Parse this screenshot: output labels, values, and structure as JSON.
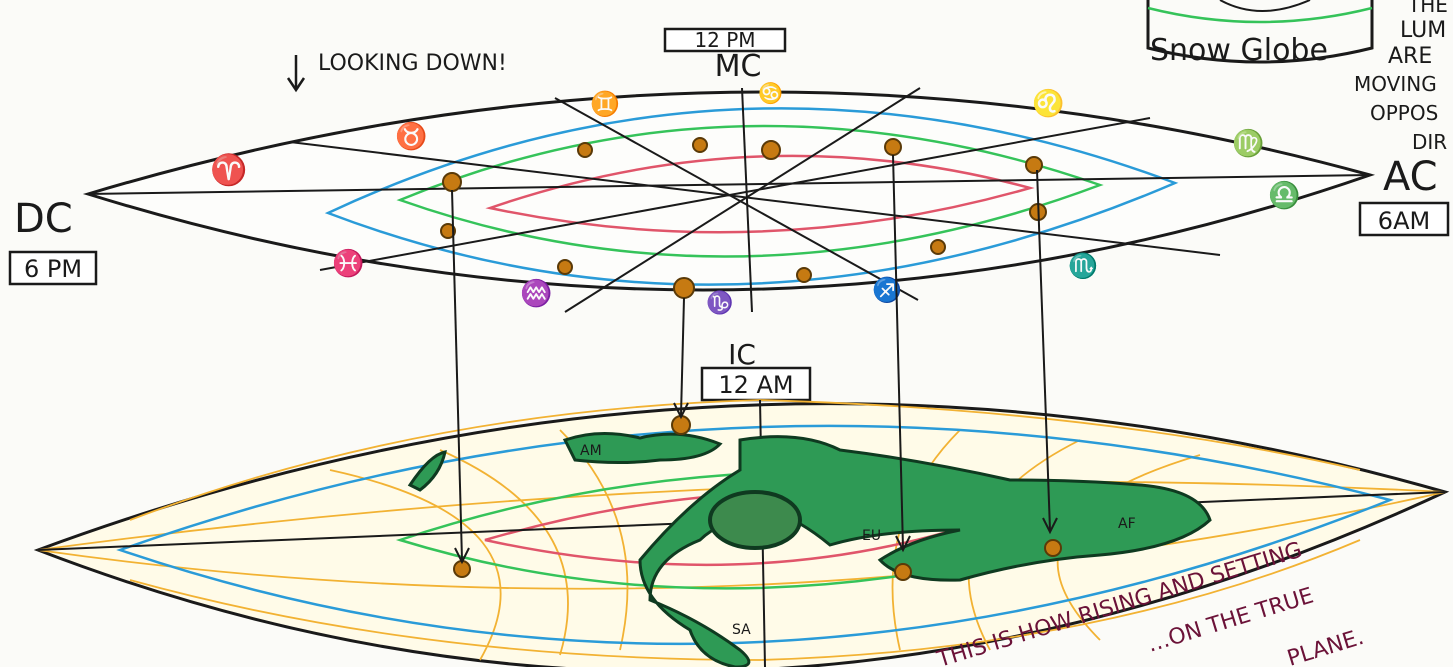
{
  "header": {
    "looking_down": "LOOKING DOWN!",
    "snow_globe": "Snow Globe",
    "side_note": [
      "THE",
      "LUM",
      "ARE",
      "MOVING",
      "OPPOS",
      "DIR"
    ]
  },
  "angles": {
    "mc_name": "MC",
    "mc_time": "12 PM",
    "ic_name": "IC",
    "ic_time": "12 AM",
    "ac_name": "AC",
    "ac_time": "6AM",
    "dc_name": "DC",
    "dc_time": "6 PM"
  },
  "zodiac_glyphs": [
    "♈",
    "♉",
    "♊",
    "♋",
    "♌",
    "♍",
    "♎",
    "♏",
    "♐",
    "♑",
    "♒",
    "♓"
  ],
  "continents": [
    "AM",
    "EU",
    "AF",
    "SA"
  ],
  "bottom_note": [
    "THIS IS HOW RISING AND SETTING",
    "…ON THE TRUE",
    "PLANE."
  ],
  "colors": {
    "ink": "#1a1a1a",
    "blue_ring": "#2a9bd8",
    "green_ring": "#35c35a",
    "red_ring": "#e0556a",
    "gold_ring": "#f2b233",
    "land": "#2e9a55",
    "planet": "#c67a12",
    "note": "#6b1238"
  }
}
